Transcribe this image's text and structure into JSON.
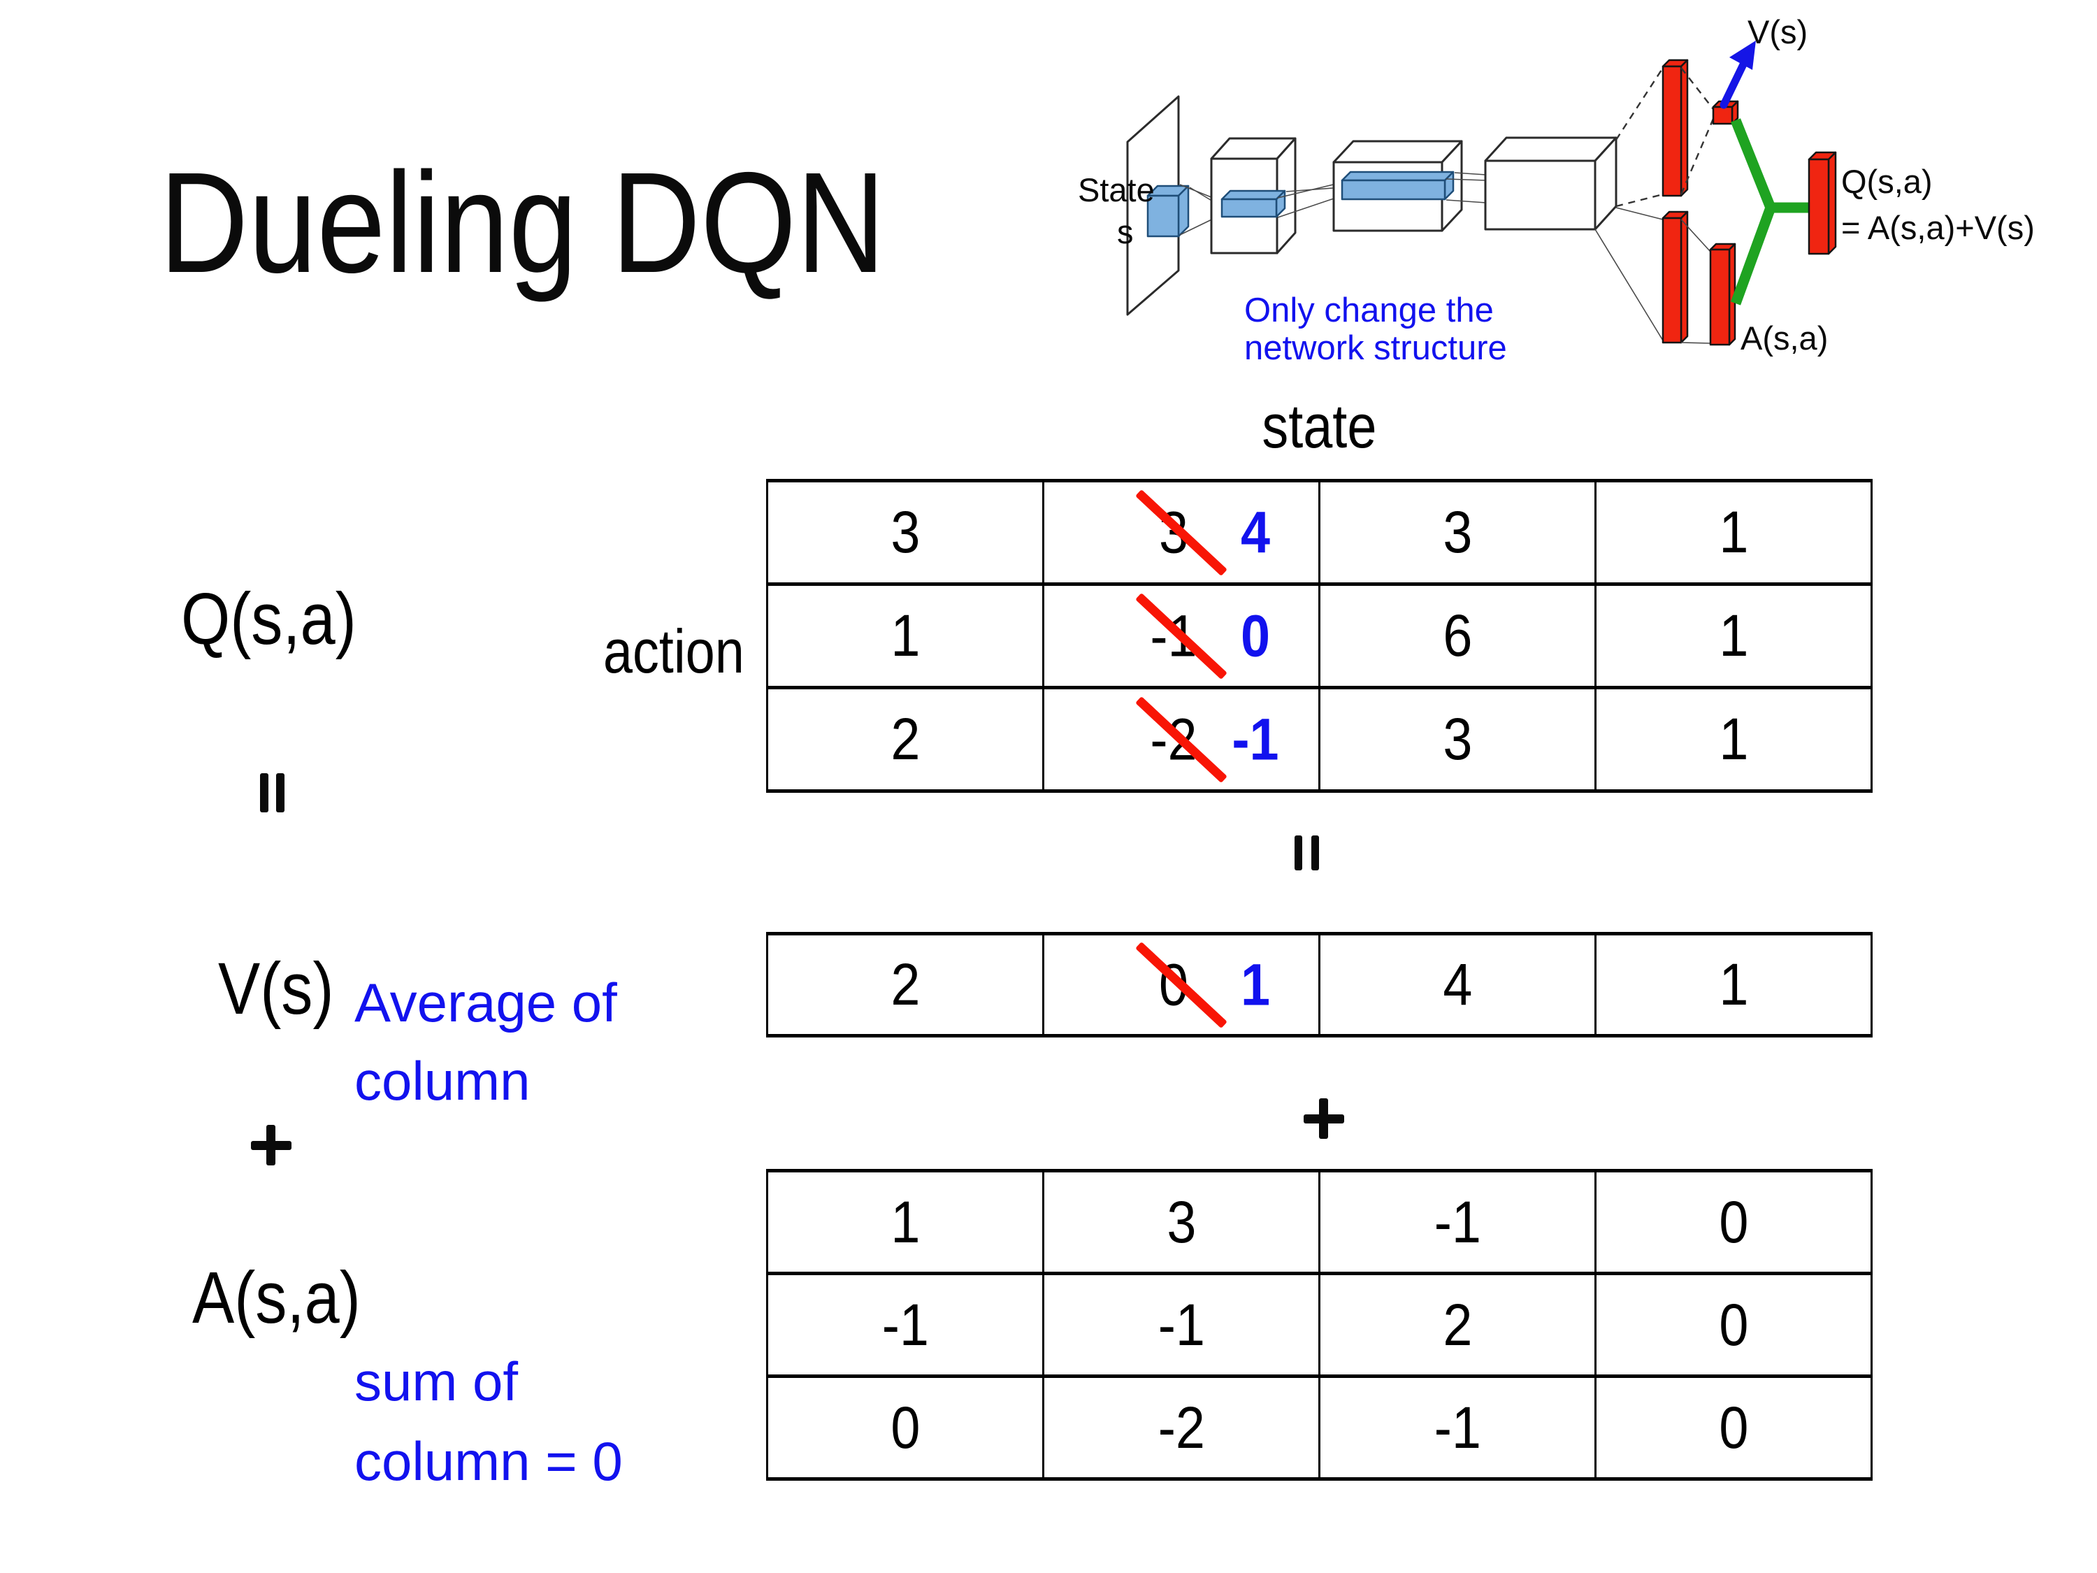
{
  "colors": {
    "accent_blue": "#1212EE",
    "strike_red": "#F81505",
    "bar_red": "#F02511",
    "green": "#1FA321",
    "arrow_blue": "#1515E6",
    "slab_blue": "#7FB2E0",
    "slab_border": "#1F4E79"
  },
  "slide": {
    "title": "Dueling DQN",
    "state_label": "state",
    "action_label": "action",
    "q_label": "Q(s,a)",
    "v_label": "V(s)",
    "a_label": "A(s,a)",
    "average_note": {
      "line1": "Average of",
      "line2": "column"
    },
    "sum_note": {
      "line1": "sum of",
      "line2": "column = 0"
    }
  },
  "diagram": {
    "state_line1": "State",
    "state_line2": "s",
    "note_line1": "Only change the",
    "note_line2": "network structure",
    "v_out": "V(s)",
    "a_out": "A(s,a)",
    "q_out_line1": "Q(s,a)",
    "q_out_line2": "= A(s,a)+V(s)"
  },
  "q_table": {
    "rows": [
      [
        {
          "v": "3"
        },
        {
          "v": "3",
          "new": "4"
        },
        {
          "v": "3"
        },
        {
          "v": "1"
        }
      ],
      [
        {
          "v": "1"
        },
        {
          "v": "-1",
          "new": "0"
        },
        {
          "v": "6"
        },
        {
          "v": "1"
        }
      ],
      [
        {
          "v": "2"
        },
        {
          "v": "-2",
          "new": "-1"
        },
        {
          "v": "3"
        },
        {
          "v": "1"
        }
      ]
    ]
  },
  "v_table": {
    "rows": [
      [
        {
          "v": "2"
        },
        {
          "v": "0",
          "new": "1"
        },
        {
          "v": "4"
        },
        {
          "v": "1"
        }
      ]
    ]
  },
  "a_table": {
    "rows": [
      [
        {
          "v": "1"
        },
        {
          "v": "3"
        },
        {
          "v": "-1"
        },
        {
          "v": "0"
        }
      ],
      [
        {
          "v": "-1"
        },
        {
          "v": "-1"
        },
        {
          "v": "2"
        },
        {
          "v": "0"
        }
      ],
      [
        {
          "v": "0"
        },
        {
          "v": "-2"
        },
        {
          "v": "-1"
        },
        {
          "v": "0"
        }
      ]
    ]
  }
}
